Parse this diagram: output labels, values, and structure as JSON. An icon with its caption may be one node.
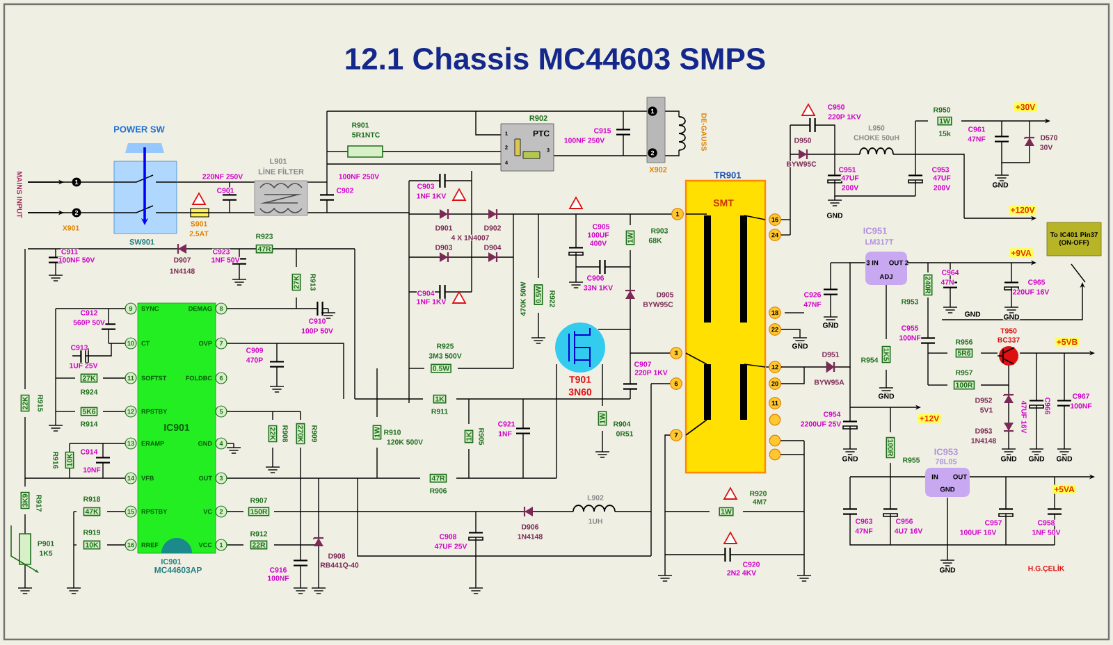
{
  "diagram": {
    "title": "12.1 Chassis MC44603 SMPS",
    "nodes": [
      {
        "text": [
          "POWER SW",
          "SW901"
        ]
      },
      {
        "text": [
          "L901",
          "LİNE FİLTER"
        ]
      },
      {
        "text": [
          "R902",
          "PTC"
        ]
      },
      {
        "text": [
          "X902"
        ]
      },
      {
        "text": [
          "TR901",
          "SMT"
        ]
      },
      {
        "text": [
          "IC901"
        ],
        "beside": [
          "IC901",
          "MC44603AP"
        ]
      },
      {
        "text": [
          "T901",
          "3N60"
        ]
      },
      {
        "text": [
          "IC951",
          "LM317T"
        ]
      },
      {
        "text": [
          "IC953",
          "78L05"
        ]
      },
      {
        "text": [
          "To IC401 Pin37 (ON-OFF)"
        ]
      }
    ],
    "edges": [
      {
        "from": 0,
        "to": 1,
        "arrow": "none"
      },
      {
        "from": 0,
        "to": 1,
        "arrow": "none"
      },
      {
        "from": 4,
        "to": 7,
        "arrow": "to"
      }
    ],
    "labels": [
      "MAINS INPUT",
      "1",
      "2",
      "X901",
      "220NF 250V",
      "C901",
      "S901",
      "2.5AT",
      "R901",
      "5R1NTC",
      "100NF 250V",
      "C902",
      "1",
      "2",
      "4",
      "3",
      "C915",
      "100NF 250V",
      "1",
      "2",
      "DE-GAUSS",
      "C903",
      "1NF 1KV",
      "D901",
      "D902",
      "4 X 1N4007",
      "D903",
      "D904",
      "C904",
      "1NF 1KV",
      "470K 50W",
      "0.5W",
      "R922",
      "C905",
      "100UF",
      "400V",
      "1W",
      "R903",
      "68K",
      "C906",
      "33N 1KV",
      "D905",
      "BYW95C",
      "1",
      "16",
      "24",
      "18",
      "22",
      "3",
      "12",
      "6",
      "20",
      "11",
      "7",
      "C950",
      "220P 1KV",
      "D950",
      "BYW95C",
      "L950",
      "CHOKE 50uH",
      "R950",
      "1W",
      "15k",
      "+30V",
      "C961",
      "47NF",
      "D570",
      "30V",
      "C951",
      "47UF",
      "200V",
      "GND",
      "C953",
      "47UF",
      "200V",
      "GND",
      "+120V",
      "+9VA",
      "3 IN",
      "OUT 2",
      "ADJ",
      "C926",
      "47NF",
      "GND",
      "R953",
      "240R",
      "C964",
      "47N",
      "C965",
      "220UF 16V",
      "GND",
      "GND",
      "GND",
      "D951",
      "BYW95A",
      "R954",
      "1K5",
      "GND",
      "C955",
      "100NF",
      "R956",
      "5R6",
      "T950",
      "BC337",
      "+5VB",
      "R957",
      "100R",
      "D952",
      "5V1",
      "C966",
      "47UF 16V",
      "C967",
      "100NF",
      "D953",
      "1N4148",
      "GND",
      "GND",
      "GND",
      "C954",
      "2200UF 25V",
      "+12V",
      "GND",
      "100R",
      "R955",
      "IN",
      "OUT",
      "GND",
      "+5VA",
      "C963",
      "47NF",
      "C956",
      "4U7 16V",
      "C957",
      "100UF 16V",
      "C958",
      "1NF 50V",
      "GND",
      "H.G.ÇELİK",
      "C907",
      "220P 1KV",
      "R925",
      "3M3 500V",
      "0.5W",
      "1K",
      "R911",
      "1W",
      "R910",
      "120K 500V",
      "1K",
      "R905",
      "C921",
      "1NF",
      "1W",
      "R904",
      "0R51",
      "47R",
      "R906",
      "C908",
      "47UF 25V",
      "D906",
      "1N4148",
      "L902",
      "1UH",
      "R920",
      "4M7",
      "1W",
      "C920",
      "2N2 4KV",
      "C911",
      "100NF 50V",
      "D907",
      "1N4148",
      "C923",
      "1NF 50V",
      "R923",
      "47R",
      "27K",
      "R913",
      "C910",
      "100P 50V",
      "C912",
      "560P 50V",
      "9",
      "SYNC",
      "10",
      "CT",
      "11",
      "SOFTST",
      "12",
      "RPSTBY",
      "13",
      "ERAMP",
      "14",
      "VFB",
      "15",
      "RPSTBY",
      "16",
      "RREF",
      "DEMAG",
      "8",
      "OVP",
      "7",
      "FOLDBC",
      "6",
      "5",
      "GND",
      "4",
      "OUT",
      "3",
      "VC",
      "2",
      "VCC",
      "1",
      "C913",
      "1UF 25V",
      "27K",
      "R924",
      "5K6",
      "R914",
      "22K",
      "R915",
      "R916",
      "10K",
      "C914",
      "10NF",
      "3K9",
      "R917",
      "P901",
      "1K5",
      "R918",
      "47K",
      "R919",
      "10K",
      "C909",
      "470P",
      "22K",
      "R908",
      "270K",
      "R909",
      "R907",
      "150R",
      "R912",
      "22R",
      "C916",
      "100NF",
      "D908",
      "RB441Q-40"
    ]
  }
}
